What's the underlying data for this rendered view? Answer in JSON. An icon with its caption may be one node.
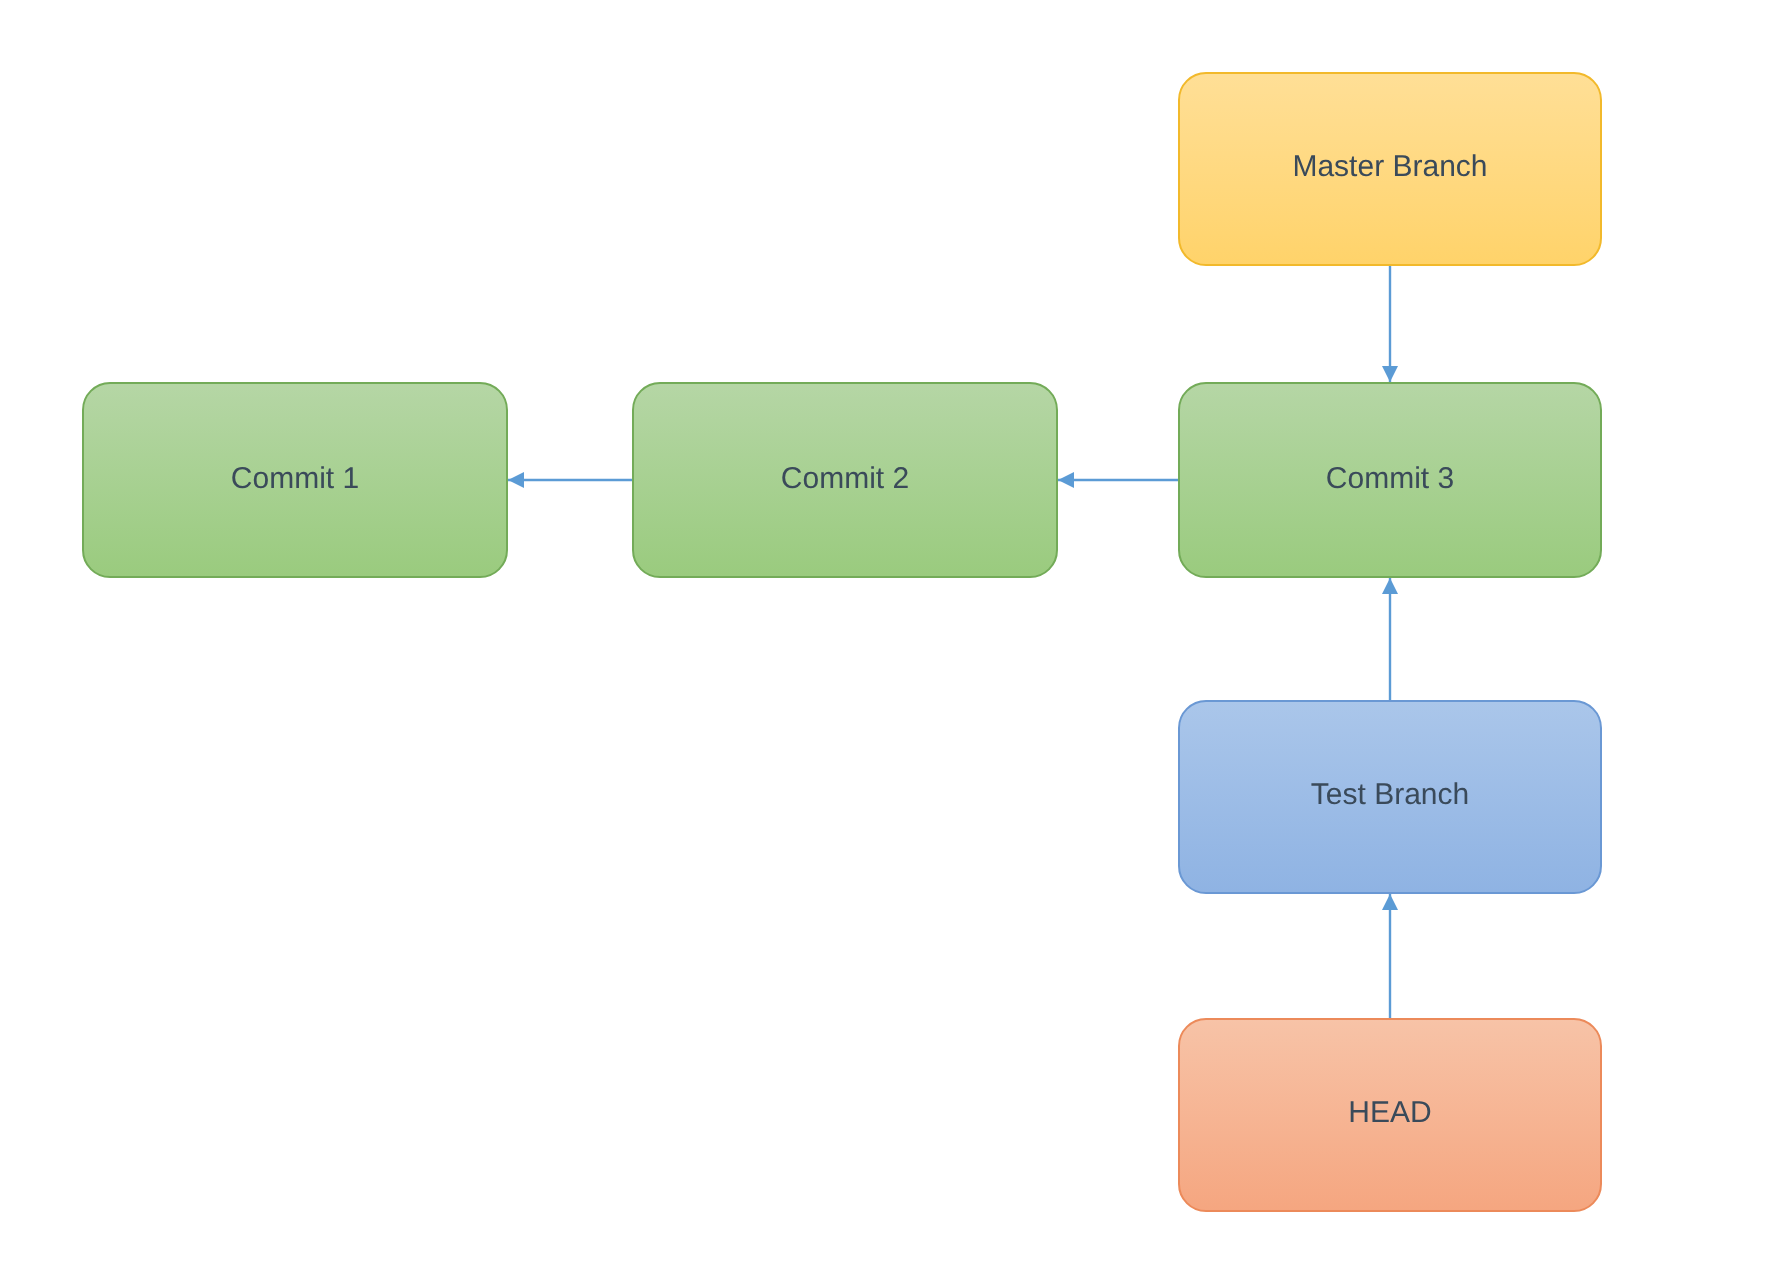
{
  "diagram": {
    "nodes": [
      {
        "text": [
          "Master Branch"
        ]
      },
      {
        "text": [
          "Commit 1"
        ]
      },
      {
        "text": [
          "Commit 2"
        ]
      },
      {
        "text": [
          "Commit 3"
        ]
      },
      {
        "text": [
          "Test Branch"
        ]
      },
      {
        "text": [
          "HEAD"
        ]
      }
    ],
    "edges": [
      {
        "from": 0,
        "to": 3,
        "arrow": "to"
      },
      {
        "from": 2,
        "to": 1,
        "arrow": "to"
      },
      {
        "from": 3,
        "to": 2,
        "arrow": "to"
      },
      {
        "from": 4,
        "to": 3,
        "arrow": "to"
      },
      {
        "from": 5,
        "to": 4,
        "arrow": "to"
      }
    ]
  }
}
